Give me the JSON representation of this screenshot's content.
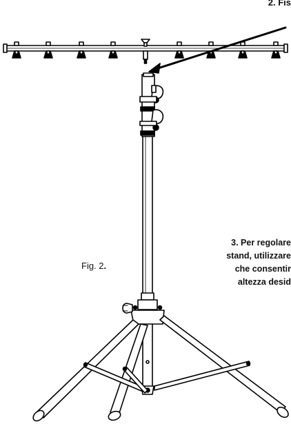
{
  "step2_text": "2. Fis",
  "step3_lines": [
    "3. Per regolare",
    "stand, utilizzare",
    "che consentir",
    "altezza desid"
  ],
  "figure_label": {
    "prefix": "Fig. 2",
    "suffix": "."
  }
}
